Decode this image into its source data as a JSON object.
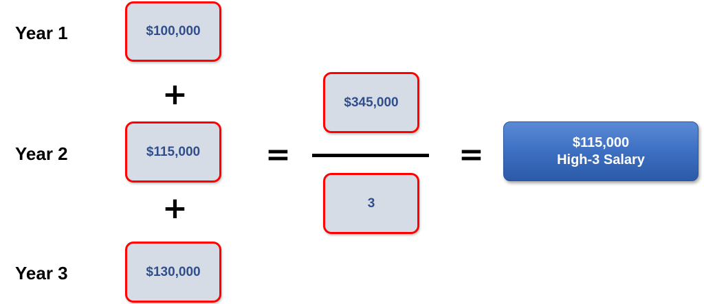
{
  "years": [
    {
      "label": "Year 1",
      "salary": "$100,000"
    },
    {
      "label": "Year 2",
      "salary": "$115,000"
    },
    {
      "label": "Year 3",
      "salary": "$130,000"
    }
  ],
  "operators": {
    "plus": "+",
    "equals": "="
  },
  "fraction": {
    "numerator": "$345,000",
    "denominator": "3"
  },
  "result": {
    "value": "$115,000",
    "label": "High-3 Salary"
  },
  "colors": {
    "box_fill": "#d6dce5",
    "box_border": "#ff0000",
    "box_text": "#2f4e8c",
    "result_fill": "#3d6fc2",
    "result_text": "#ffffff"
  }
}
